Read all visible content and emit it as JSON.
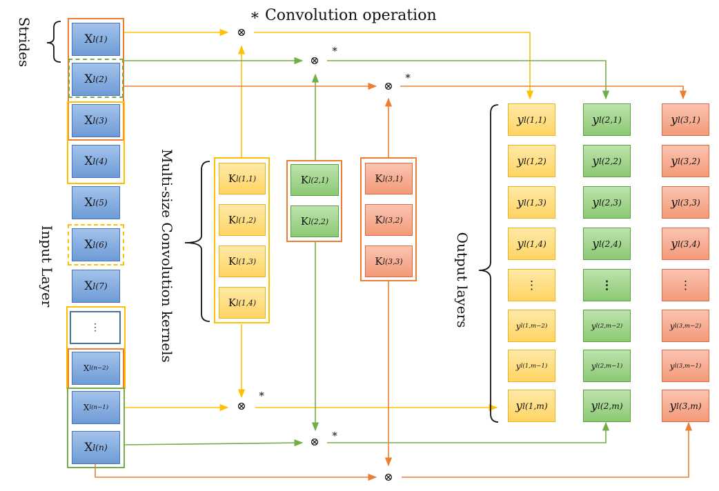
{
  "labels": {
    "strides": "Strides",
    "input_layer": "Input Layer",
    "kernels": "Multi-size Convolution kernels",
    "output_layers": "Output layers",
    "legend": "∗ Convolution operation"
  },
  "symbols": {
    "conv": "⊗",
    "star": "∗",
    "dots": "⋮"
  },
  "inputs": [
    "X^{l(1)}",
    "X^{l(2)}",
    "X^{l(3)}",
    "X^{l(4)}",
    "X^{l(5)}",
    "X^{l(6)}",
    "X^{l(7)}",
    "⋮",
    "X^{l(n−2)}",
    "X^{l(n−1)}",
    "X^{l(n)}"
  ],
  "kernels": {
    "k1": [
      "K^{l(1,1)}",
      "K^{l(1,2)}",
      "K^{l(1,3)}",
      "K^{l(1,4)}"
    ],
    "k2": [
      "K^{l(2,1)}",
      "K^{l(2,2)}"
    ],
    "k3": [
      "K^{l(3,1)}",
      "K^{l(3,2)}",
      "K^{l(3,3)}"
    ]
  },
  "outputs": {
    "c1": [
      "y^{l(1,1)}",
      "y^{l(1,2)}",
      "y^{l(1,3)}",
      "y^{l(1,4)}",
      "⋮",
      "y^{l(1,m−2)}",
      "y^{l(1,m−1)}",
      "y^{l(1,m)}"
    ],
    "c2": [
      "y^{l(2,1)}",
      "y^{l(2,2)}",
      "y^{l(2,3)}",
      "y^{l(2,4)}",
      "⋮",
      "y^{l(2,m−2)}",
      "y^{l(2,m−1)}",
      "y^{l(2,m)}"
    ],
    "c3": [
      "y^{l(3,1)}",
      "y^{l(3,2)}",
      "y^{l(3,3)}",
      "y^{l(3,4)}",
      "⋮",
      "y^{l(3,m−2)}",
      "y^{l(3,m−1)}",
      "y^{l(3,m)}"
    ]
  },
  "colors": {
    "c1": "#ffc000",
    "c2": "#70ad47",
    "c3": "#ed7d31",
    "input": "#4472c4"
  }
}
